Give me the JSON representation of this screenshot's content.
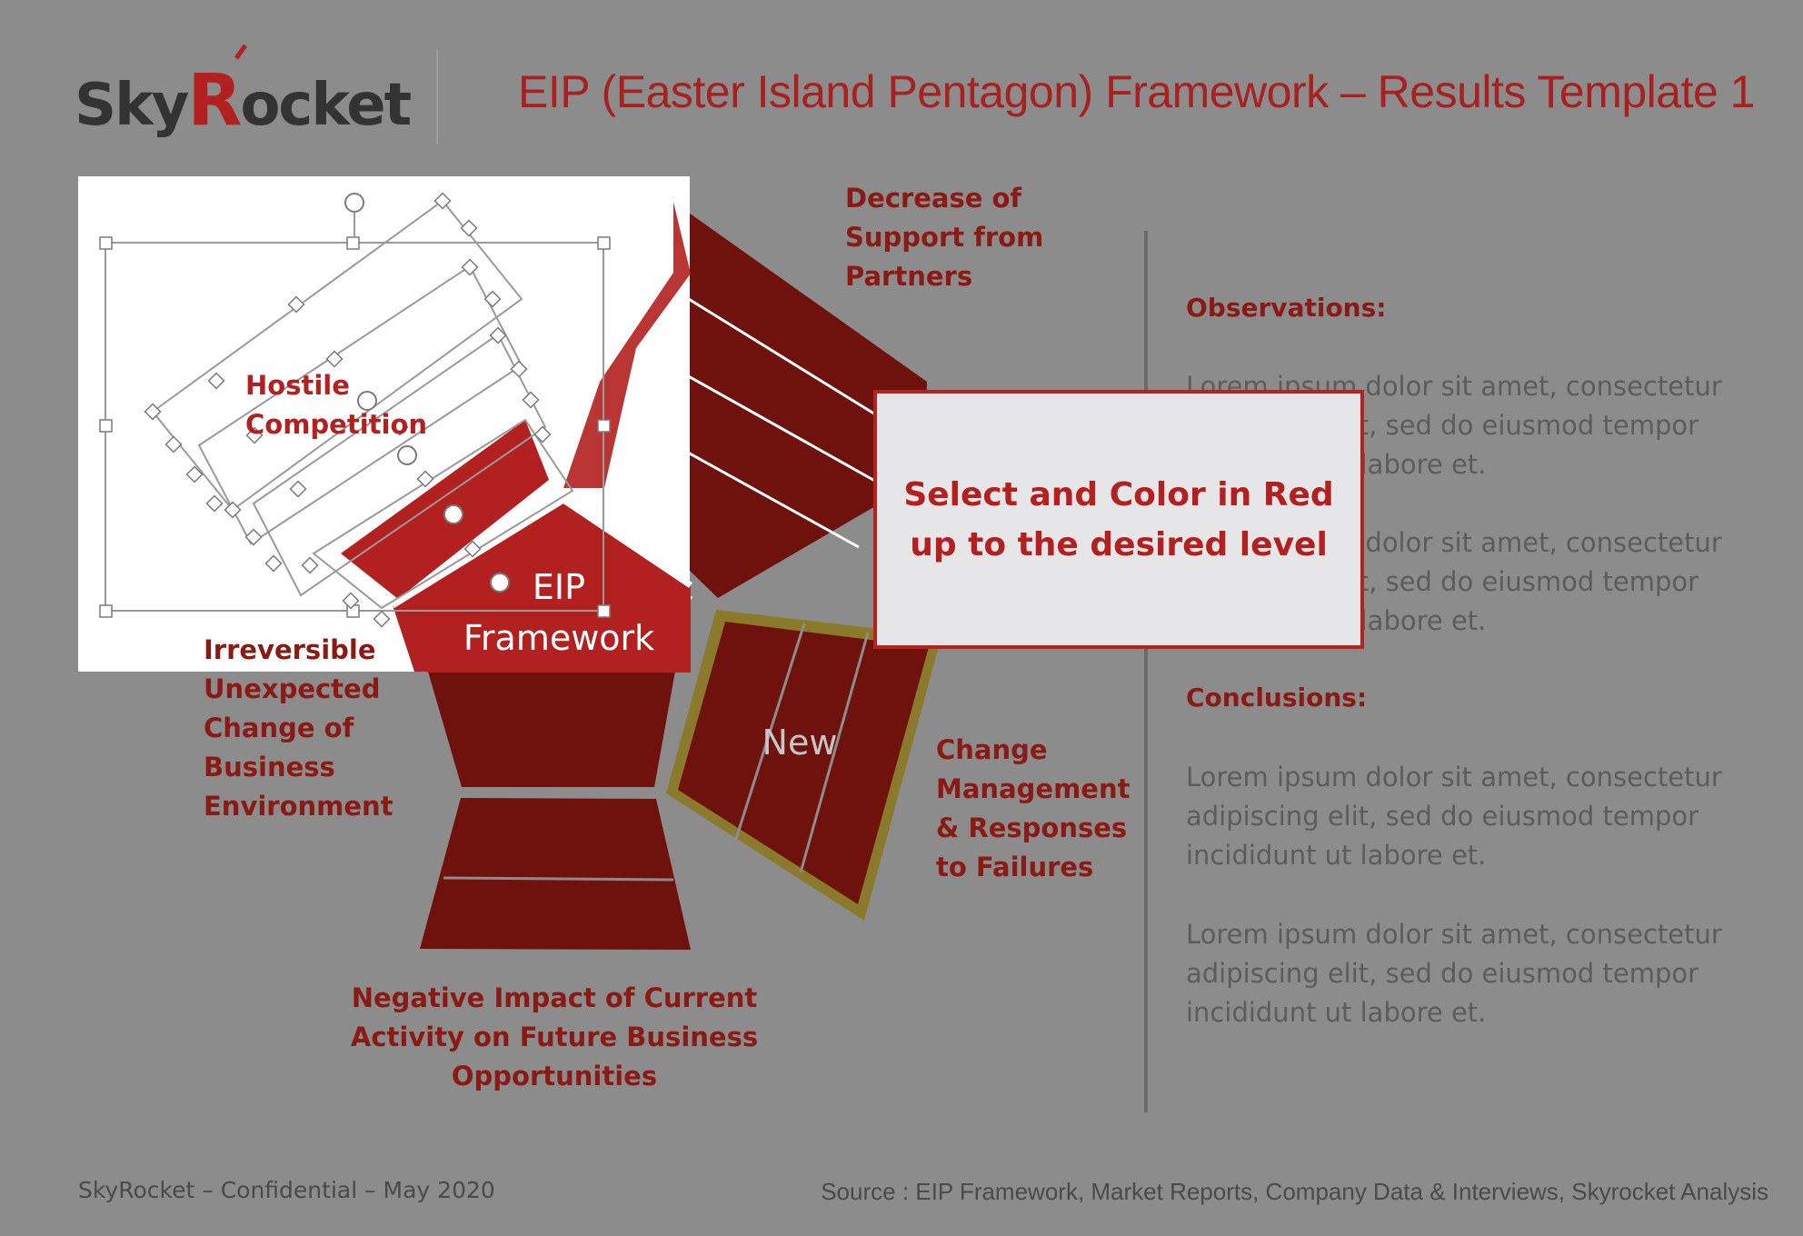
{
  "header": {
    "logo": "SkyRocket",
    "title": "EIP (Easter Island Pentagon) Framework – Results Template 1"
  },
  "diagram": {
    "center_label_line1": "EIP",
    "center_label_line2": "Framework",
    "new_label": "New",
    "labels": {
      "partners": "Decrease of Support from Partners",
      "hostile": "Hostile Competition",
      "irreversible": "Irreversible Unexpected Change of Business Environment",
      "change": "Change Management & Responses to Failures",
      "negative": "Negative Impact of Current Activity on Future Business Opportunities"
    },
    "colors": {
      "dark_red": "#6f120d",
      "red": "#b2201f",
      "gold_border": "#8c7a2c",
      "selection_box": "#ffffff"
    }
  },
  "callout": {
    "text": "Select and Color in Red up to the desired level"
  },
  "panel": {
    "observations_heading": "Observations:",
    "conclusions_heading": "Conclusions:",
    "paragraphs": [
      "Lorem ipsum dolor sit amet, consectetur adipiscing elit, sed do eiusmod tempor incididunt ut labore et.",
      "Lorem ipsum dolor sit amet, consectetur adipiscing elit, sed do eiusmod tempor incididunt ut labore et.",
      "Lorem ipsum dolor sit amet, consectetur adipiscing elit, sed do eiusmod tempor incididunt ut labore et.",
      "Lorem ipsum dolor sit amet, consectetur adipiscing elit, sed do eiusmod tempor incididunt ut labore et."
    ]
  },
  "footer": {
    "left": "SkyRocket – Confidential – May 2020",
    "right": "Source : EIP Framework, Market Reports, Company Data & Interviews, Skyrocket Analysis"
  }
}
